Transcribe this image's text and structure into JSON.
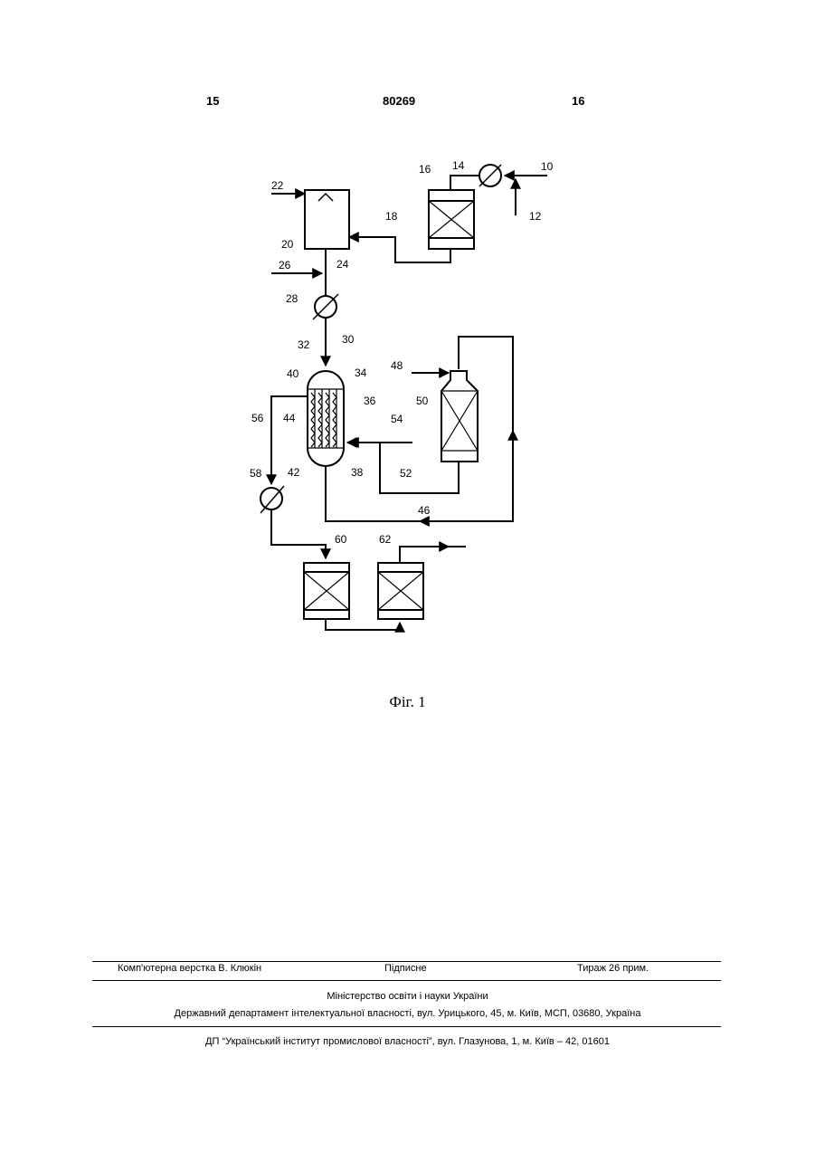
{
  "header": {
    "left_page": "15",
    "patent_no": "80269",
    "right_page": "16"
  },
  "figure": {
    "caption": "Фіг. 1",
    "labels": {
      "l10": "10",
      "l12": "12",
      "l14": "14",
      "l16": "16",
      "l18": "18",
      "l20": "20",
      "l22": "22",
      "l24": "24",
      "l26": "26",
      "l28": "28",
      "l30": "30",
      "l32": "32",
      "l34": "34",
      "l36": "36",
      "l38": "38",
      "l40": "40",
      "l42": "42",
      "l44": "44",
      "l46": "46",
      "l48": "48",
      "l50": "50",
      "l52": "52",
      "l54": "54",
      "l56": "56",
      "l58": "58",
      "l60": "60",
      "l62": "62"
    }
  },
  "footer": {
    "layout": "Комп'ютерна верстка В. Клюкін",
    "signed": "Підписне",
    "circulation": "Тираж 26 прим.",
    "ministry": "Міністерство освіти і науки України",
    "department": "Державний департамент інтелектуальної власності, вул. Урицького, 45, м. Київ, МСП, 03680, Україна",
    "institute": "ДП “Український інститут промислової власності”, вул. Глазунова, 1, м. Київ – 42, 01601"
  }
}
